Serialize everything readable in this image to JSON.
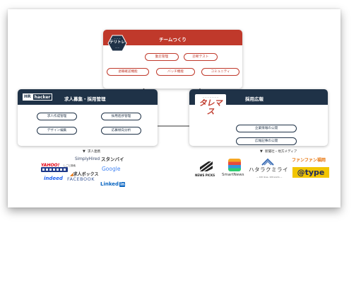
{
  "diagram": {
    "top": {
      "title": "チームつくり",
      "logo_text": "テリトレ",
      "logo_small_top": "ー ー ー",
      "logo_small_bottom": "ー ー",
      "items": [
        "勤怠管理",
        "診断テスト",
        "退職確認機能",
        "バッチ機能",
        "コミュニティ"
      ]
    },
    "left": {
      "title": "求人募集・採用管理",
      "logo_hr": "HR",
      "logo_hacker": "hacker",
      "items": [
        "求人作成管理",
        "採用進捗管理",
        "デザイン編集",
        "応募傾向分析"
      ]
    },
    "right": {
      "title": "採用広報",
      "logo_small": "ー ー ー ー ー ー ー",
      "logo_text": "タレマス",
      "items": [
        "企業情報の公開",
        "広報記事の公開"
      ]
    },
    "left_label": "求人連携",
    "right_label": "新聞社・地方メディア",
    "left_logos": {
      "yahoo": "YAHOO!",
      "yahoo_sub": "しごと検索",
      "simplyhired": "SimplyHired",
      "stanby": "スタンバイ",
      "kyujin_jobs": "求人ボックス",
      "google": "Google",
      "indeed": "indeed",
      "facebook": "FACEBOOK",
      "linkedin": "Linked",
      "linkedin_in": "in"
    },
    "right_logos": {
      "newspicks": "NEWS PICKS",
      "smartnews": "SmartNews",
      "hatarakumirai": "ハタラクミライ",
      "hatarakumirai_sub": "— 100 lines, 100 words —",
      "funfun": "ファンファン福岡",
      "type": "@type"
    }
  }
}
